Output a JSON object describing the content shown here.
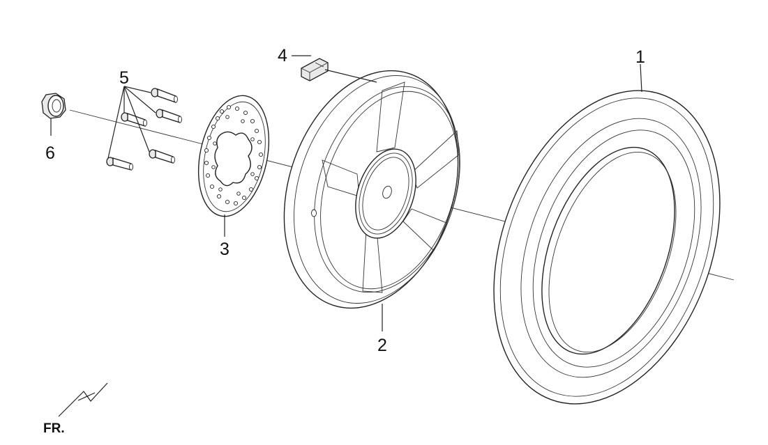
{
  "diagram": {
    "callouts": [
      {
        "id": "tire",
        "label": "1"
      },
      {
        "id": "rim",
        "label": "2"
      },
      {
        "id": "disc",
        "label": "3"
      },
      {
        "id": "valve",
        "label": "4"
      },
      {
        "id": "bolts",
        "label": "5"
      },
      {
        "id": "nut",
        "label": "6"
      }
    ],
    "orientation_label": "FR.",
    "bolt_count": 5
  }
}
